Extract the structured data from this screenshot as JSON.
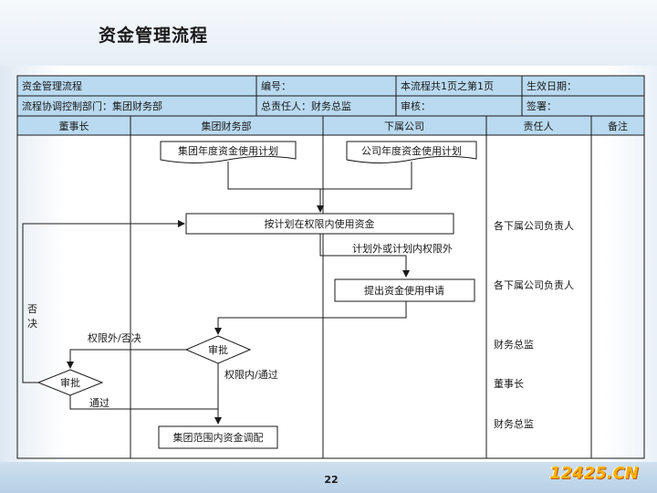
{
  "page": {
    "title": "资金管理流程",
    "page_number": "22",
    "watermark": "12425.CN"
  },
  "info_table": {
    "row1": {
      "process_name": "资金管理流程",
      "number_label": "编号：",
      "page_info": "本流程共1页之第1页",
      "effective_date": "生效日期："
    },
    "row2": {
      "control_dept": "流程协调控制部门：集团财务部",
      "owner": "总责任人：财务总监",
      "review": "审核：",
      "sign": "签署："
    }
  },
  "lanes": [
    "董事长",
    "集团财务部",
    "下属公司",
    "责任人",
    "备注"
  ],
  "nodes": {
    "group_plan": "集团年度资金使用计划",
    "company_plan": "公司年度资金使用计划",
    "use_within_limit": "按计划在权限内使用资金",
    "submit_request": "提出资金使用申请",
    "approve_finance": "审批",
    "approve_chairman": "审批",
    "group_allocation": "集团范围内资金调配"
  },
  "edge_labels": {
    "outside_plan": "计划外或计划内权限外",
    "outside_or_reject": "权限外/否决",
    "within_pass": "权限内/通过",
    "pass": "通过",
    "reject": "否决"
  },
  "responsible": [
    "各下属公司负责人",
    "各下属公司负责人",
    "财务总监",
    "董事长",
    "财务总监"
  ]
}
